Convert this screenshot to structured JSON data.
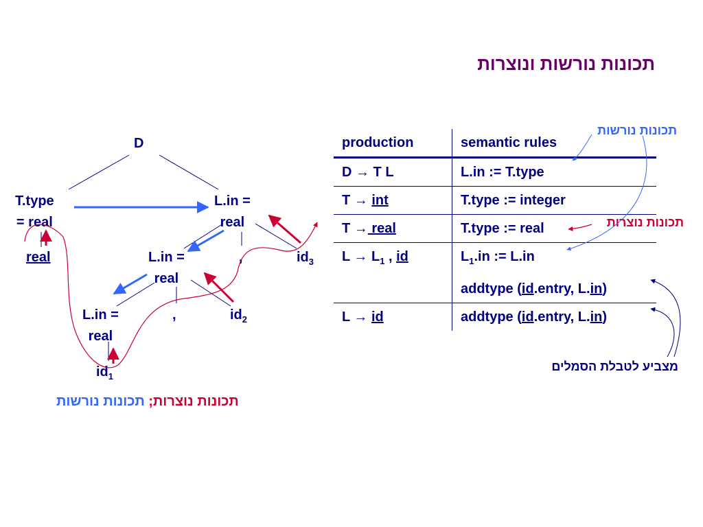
{
  "title": "תכונות נורשות ונוצרות",
  "tree": {
    "root": "D",
    "ttype": [
      "T.type",
      "= real"
    ],
    "lin_top": [
      "L.in =",
      "real"
    ],
    "real_leaf": "real",
    "lin_mid": [
      "L.in =",
      "real"
    ],
    "comma_top": ",",
    "id3": "id",
    "id3_sub": "3",
    "lin_bot": [
      "L.in =",
      "real"
    ],
    "comma_mid": ",",
    "id2": "id",
    "id2_sub": "2",
    "id1": "id",
    "id1_sub": "1"
  },
  "table": {
    "headers": [
      "production",
      "semantic rules"
    ],
    "rows": [
      {
        "prod": "D → T L",
        "rules": [
          "L.in := T.type"
        ]
      },
      {
        "prod_pre": "T → ",
        "prod_u": "int",
        "rules": [
          "T.type := integer"
        ]
      },
      {
        "prod_pre": "T →",
        "prod_u": " real",
        "rules": [
          "T.type := real"
        ]
      },
      {
        "prod_l": "L → L",
        "prod_sub": "1",
        "prod_mid": " , ",
        "prod_u": "id",
        "rule1_pre": "L",
        "rule1_sub": "1",
        "rule1_post": ".in := L.in",
        "rule2": {
          "a": "addtype (",
          "b": "id",
          "c": ".entry, L.",
          "d": "in",
          "e": ")"
        }
      },
      {
        "prod_pre": "L → ",
        "prod_u": "id",
        "rule": {
          "a": "addtype (",
          "b": "id",
          "c": ".entry, L.",
          "d": "in",
          "e": ")"
        }
      }
    ]
  },
  "annotations": {
    "inherited": "תכונות נורשות",
    "synthesized": "תכונות נוצרות",
    "symtab_pointer": "מצביע לטבלת הסמלים"
  },
  "legend": {
    "synth": "תכונות נוצרות;",
    "inherit": "תכונות נורשות"
  },
  "colors": {
    "text": "#000080",
    "title": "#660066",
    "inherited": "#3366ff",
    "synthesized": "#cc0033"
  }
}
